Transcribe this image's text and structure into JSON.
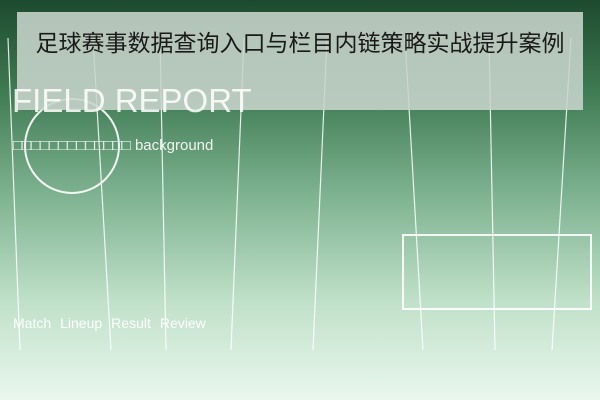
{
  "page": {
    "title": "足球赛事数据查询入口与栏目内链策略实战提升案例",
    "watermark": "FIELD REPORT",
    "subtitle": "□□□□□□□□□□□□□ background",
    "nav": [
      "Match",
      "Lineup",
      "Result",
      "Review"
    ]
  },
  "colors": {
    "background_top": "#1d4a2e",
    "background_bottom": "#eaf7ee",
    "banner": "#c8d4cc",
    "lines": "#ffffff"
  }
}
